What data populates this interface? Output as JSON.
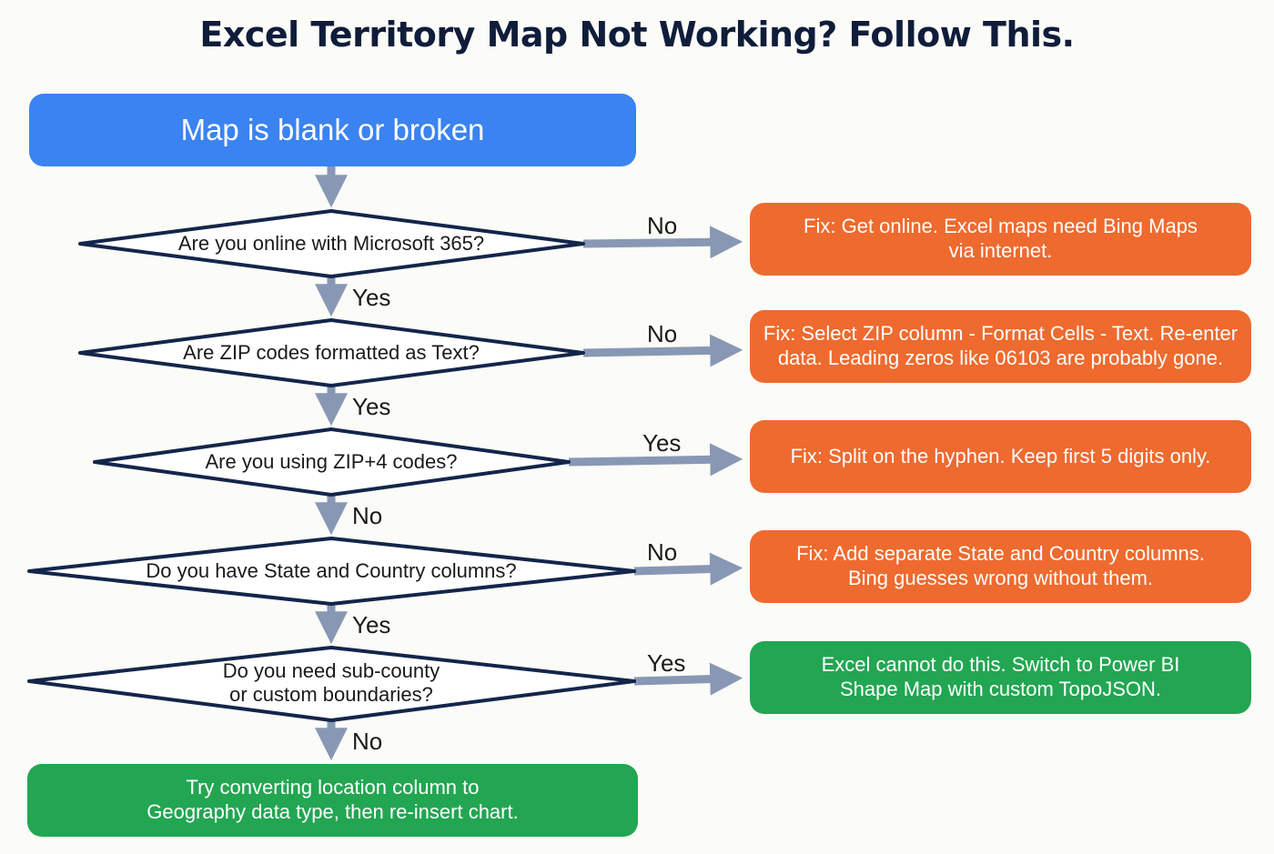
{
  "title": "Excel Territory Map Not Working? Follow This.",
  "start": {
    "label": "Map is blank or broken"
  },
  "decisions": [
    {
      "question": "Are you online with Microsoft 365?",
      "side_label": "No",
      "down_label": "Yes"
    },
    {
      "question": "Are ZIP codes formatted as Text?",
      "side_label": "No",
      "down_label": "Yes"
    },
    {
      "question": "Are you using ZIP+4 codes?",
      "side_label": "Yes",
      "down_label": "No"
    },
    {
      "question": "Do you have State and Country columns?",
      "side_label": "No",
      "down_label": "Yes"
    },
    {
      "question_line1": "Do you need sub-county",
      "question_line2": "or custom boundaries?",
      "side_label": "Yes",
      "down_label": "No"
    }
  ],
  "outcomes": [
    {
      "line1": "Fix: Get online. Excel maps need Bing Maps",
      "line2": "via internet.",
      "color": "#ee6a2f"
    },
    {
      "line1": "Fix: Select ZIP column - Format Cells - Text. Re-enter",
      "line2": "data. Leading zeros like 06103 are probably gone.",
      "color": "#ee6a2f"
    },
    {
      "line1": "Fix: Split on the hyphen. Keep first 5 digits only.",
      "color": "#ee6a2f"
    },
    {
      "line1": "Fix: Add separate State and Country columns.",
      "line2": "Bing guesses wrong without them.",
      "color": "#ee6a2f"
    },
    {
      "line1": "Excel cannot do this. Switch to Power BI",
      "line2": "Shape Map with custom TopoJSON.",
      "color": "#22a652"
    }
  ],
  "final": {
    "line1": "Try converting location column to",
    "line2": "Geography data type, then re-insert chart.",
    "color": "#22a652"
  },
  "colors": {
    "start": "#3a83f1",
    "arrow": "#8898b4",
    "diamond_stroke": "#13254a",
    "title": "#0f1d3a"
  }
}
